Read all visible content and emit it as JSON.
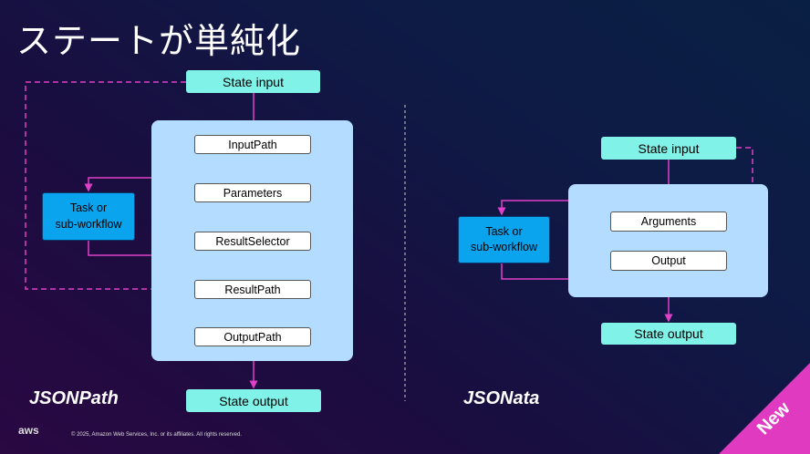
{
  "title": "ステートが単純化",
  "jsonpath": {
    "label": "JSONPath",
    "state_input": "State input",
    "steps": [
      "InputPath",
      "Parameters",
      "ResultSelector",
      "ResultPath",
      "OutputPath"
    ],
    "task": "Task or\nsub-workflow",
    "state_output": "State output"
  },
  "jsonata": {
    "label": "JSONata",
    "state_input": "State input",
    "steps": [
      "Arguments",
      "Output"
    ],
    "task": "Task or\nsub-workflow",
    "state_output": "State output"
  },
  "badge": "New",
  "footer": {
    "logo": "aws",
    "copyright": "© 2025, Amazon Web Services, Inc. or its affiliates. All rights reserved."
  },
  "colors": {
    "arrow": "#e040c8",
    "panel": "#b3dcff",
    "state": "#80f2e8",
    "task": "#0aa3ee",
    "badge": "#e03ac0"
  }
}
